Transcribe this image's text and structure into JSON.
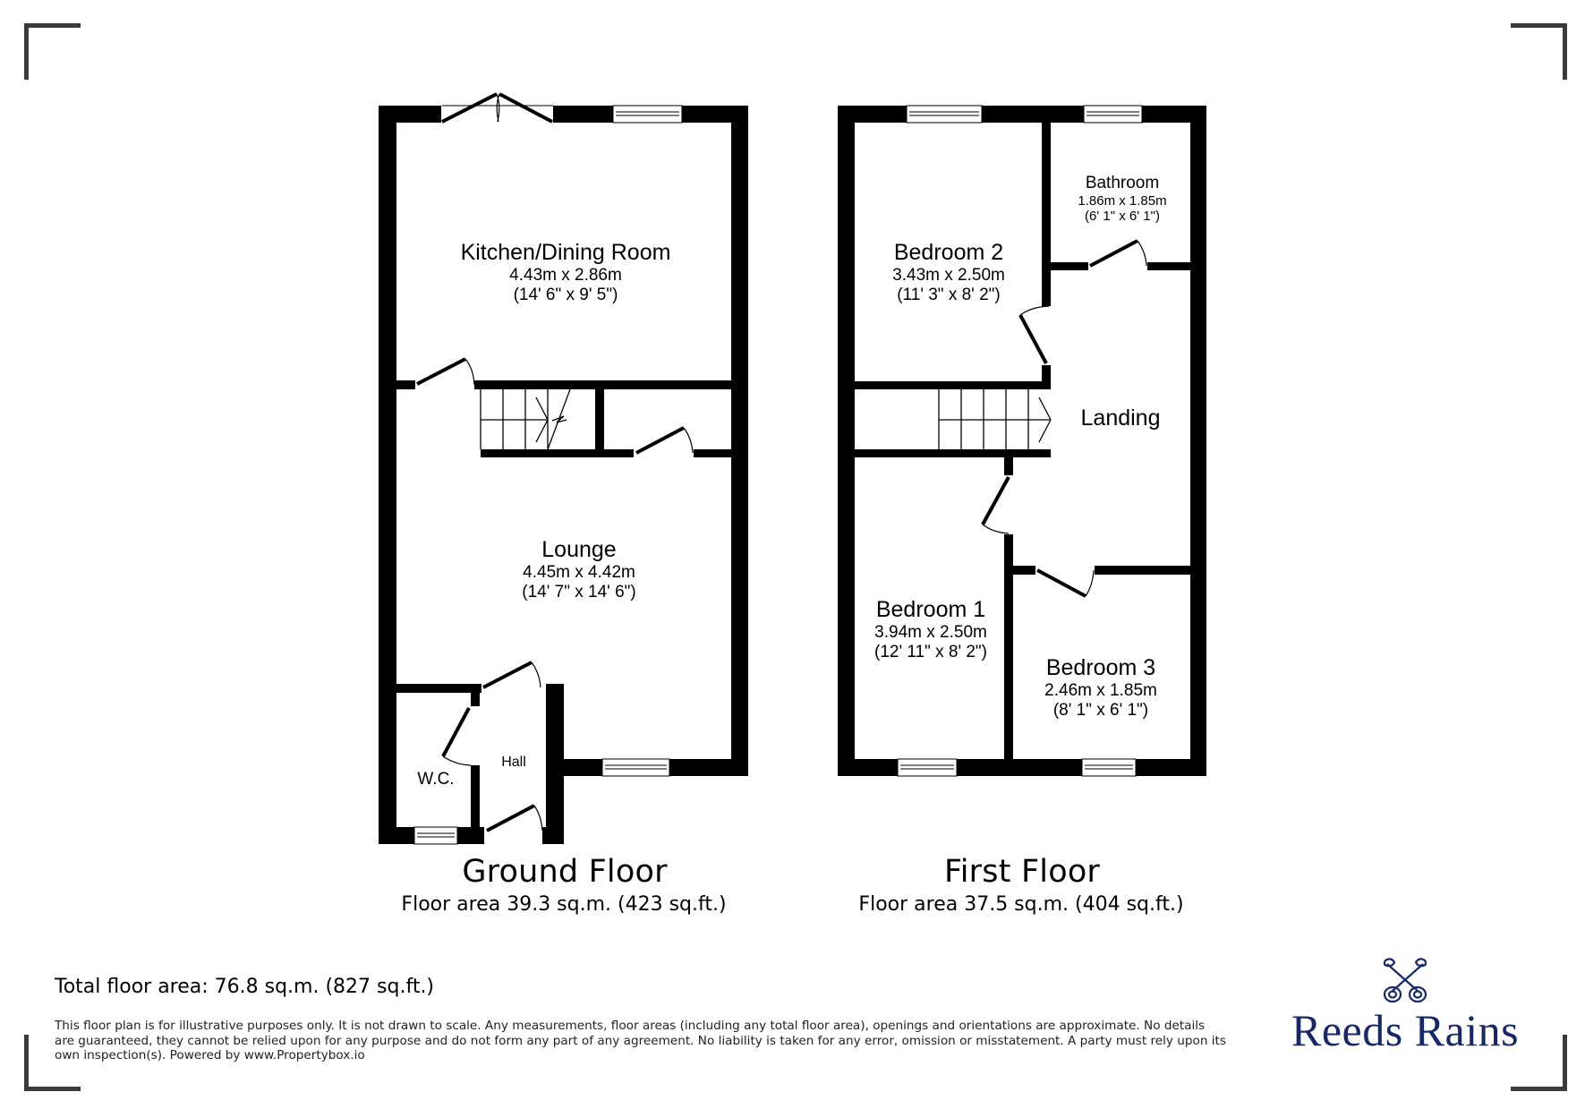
{
  "floors": [
    {
      "title": "Ground Floor",
      "area": "Floor area 39.3 sq.m. (423 sq.ft.)",
      "rooms": [
        {
          "name": "Kitchen/Dining Room",
          "metric": "4.43m x 2.86m",
          "imperial": "(14' 6\" x 9' 5\")"
        },
        {
          "name": "Lounge",
          "metric": "4.45m x 4.42m",
          "imperial": "(14' 7\" x 14' 6\")"
        },
        {
          "name": "W.C."
        },
        {
          "name": "Hall"
        }
      ]
    },
    {
      "title": "First Floor",
      "area": "Floor area 37.5 sq.m. (404 sq.ft.)",
      "rooms": [
        {
          "name": "Bedroom 2",
          "metric": "3.43m x 2.50m",
          "imperial": "(11' 3\" x 8' 2\")"
        },
        {
          "name": "Bathroom",
          "metric": "1.86m x 1.85m",
          "imperial": "(6' 1\" x 6' 1\")"
        },
        {
          "name": "Landing"
        },
        {
          "name": "Bedroom 1",
          "metric": "3.94m x 2.50m",
          "imperial": "(12' 11\" x 8' 2\")"
        },
        {
          "name": "Bedroom 3",
          "metric": "2.46m x 1.85m",
          "imperial": "(8' 1\" x 6' 1\")"
        }
      ]
    }
  ],
  "total": "Total floor area: 76.8 sq.m. (827 sq.ft.)",
  "disclaimer": "This floor plan is for illustrative purposes only. It is not drawn to scale. Any measurements, floor areas (including any total floor area), openings and orientations are approximate. No details are guaranteed, they cannot be relied upon for any purpose and do not form any part of any agreement. No liability is taken for any error, omission or misstatement. A party must rely upon its own inspection(s). Powered by www.Propertybox.io",
  "brand": {
    "name": "Reeds Rains",
    "icon": "crossed-keys-icon",
    "color": "#17286a"
  },
  "colors": {
    "wall": "#000000",
    "corner_marks": "#3a3a3a"
  }
}
